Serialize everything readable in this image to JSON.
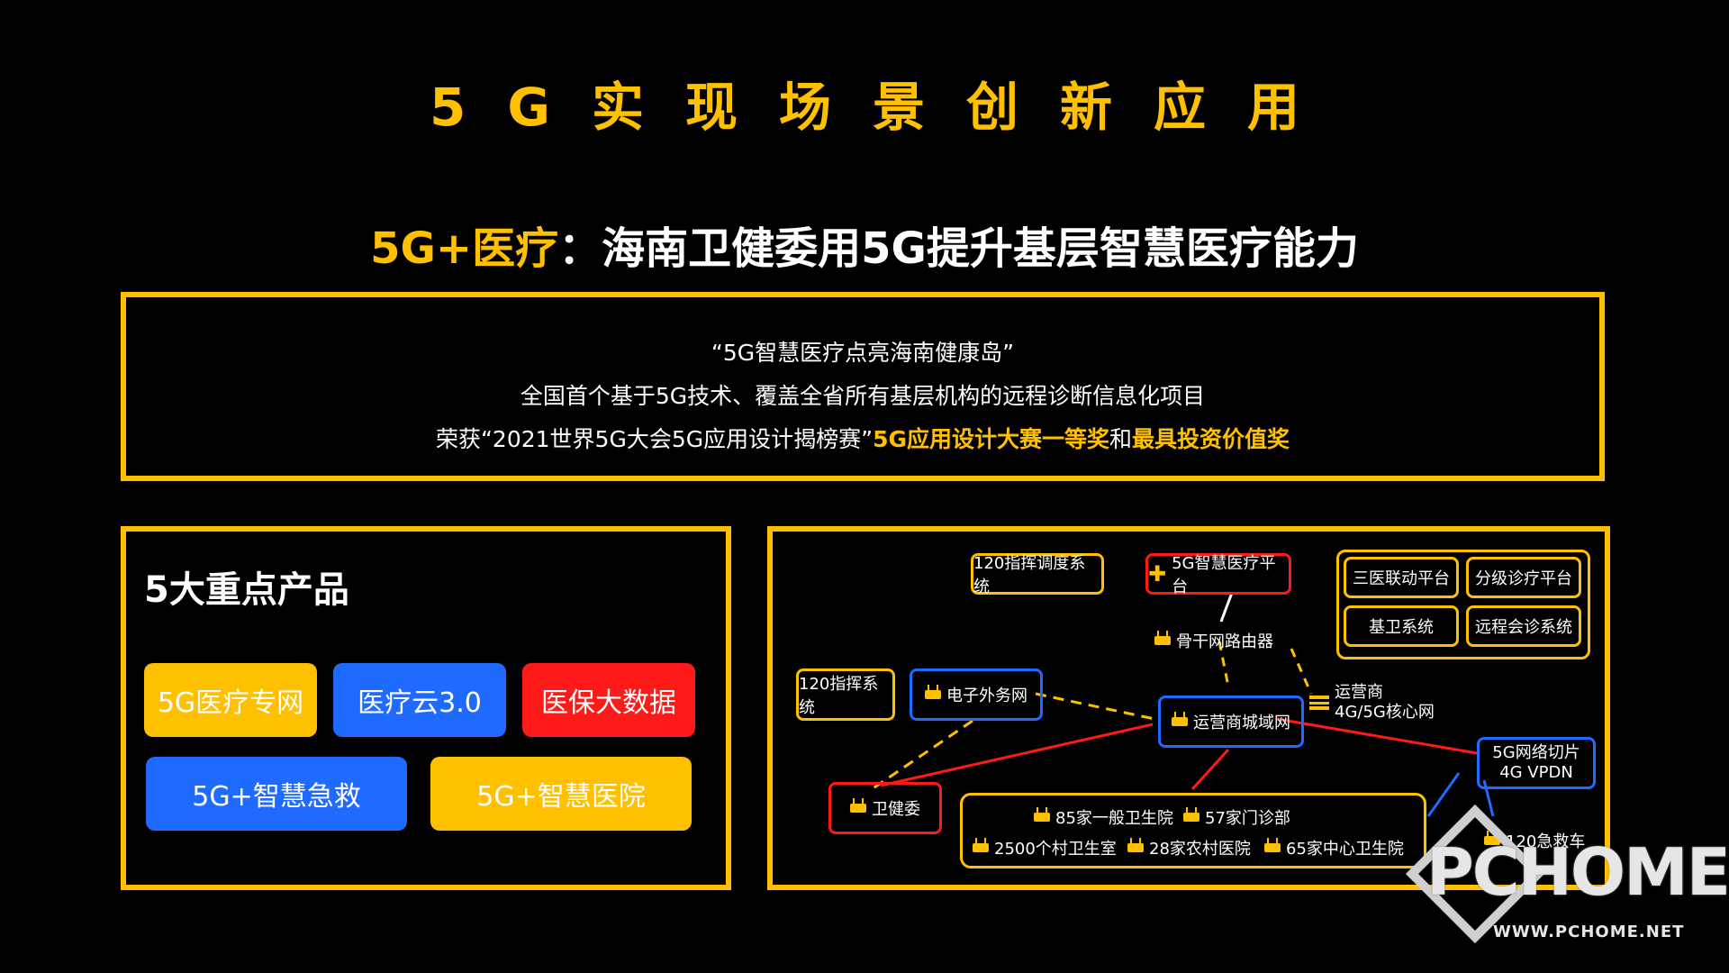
{
  "title": "5G实现场景创新应用",
  "subtitle": {
    "prefix": "5G+医疗",
    "colon": "：",
    "rest": "海南卫健委用5G提升基层智慧医疗能力"
  },
  "quote_box": {
    "line1": "“5G智慧医疗点亮海南健康岛”",
    "line2": "全国首个基于5G技术、覆盖全省所有基层机构的远程诊断信息化项目",
    "line3_a": "荣获“2021世界5G大会5G应用设计揭榜赛”",
    "line3_b": "5G应用设计大赛一等奖",
    "line3_c": "和",
    "line3_d": "最具投资价值奖"
  },
  "products": {
    "heading": "5大重点产品",
    "items": [
      {
        "label": "5G医疗专网",
        "color": "#ffc000"
      },
      {
        "label": "医疗云3.0",
        "color": "#1f6bff"
      },
      {
        "label": "医保大数据",
        "color": "#ff1a1a"
      },
      {
        "label": "5G+智慧急救",
        "color": "#1f6bff"
      },
      {
        "label": "5G+智慧医院",
        "color": "#ffc000"
      }
    ]
  },
  "network": {
    "dispatch120": "120指挥调度系统",
    "platform5g": "5G智慧医疗平台",
    "sanyi": "三医联动平台",
    "fenji": "分级诊疗平台",
    "jiwei": "基卫系统",
    "yuancheng": "远程会诊系统",
    "router": "骨干网路由器",
    "command120": "120指挥系统",
    "ewai": "电子外务网",
    "metro": "运营商城域网",
    "core_a": "运营商",
    "core_b": "4G/5G核心网",
    "slice_a": "5G网络切片",
    "slice_b": "4G VPDN",
    "weijian": "卫健委",
    "h85": "85家一般卫生院",
    "c57": "57家门诊部",
    "v2500": "2500个村卫生室",
    "r28": "28家农村医院",
    "z65": "65家中心卫生院",
    "ambulance": "120急救车"
  },
  "watermark": {
    "brand": "PCHOME",
    "url": "WWW.PCHOME.NET"
  },
  "colors": {
    "accent": "#ffc000",
    "blue": "#1f6bff",
    "red": "#ff1a1a",
    "background": "#000000"
  }
}
